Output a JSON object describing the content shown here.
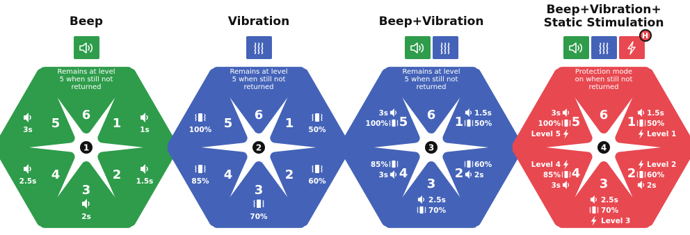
{
  "colors": {
    "green": "#2e9c4a",
    "blue": "#4463b8",
    "red": "#e84850",
    "center": "#111111"
  },
  "panels": [
    {
      "title": [
        "Beep"
      ],
      "mode_number": "1",
      "icons": [
        "speaker-icon"
      ],
      "top_text": [
        "Remains at level",
        "5 when still not",
        "returned"
      ],
      "levels": {
        "l6": "6",
        "l5": {
          "num": "5",
          "lines": [
            "3s"
          ]
        },
        "l1": {
          "num": "1",
          "lines": [
            "1s"
          ]
        },
        "l4": {
          "num": "4",
          "lines": [
            "2.5s"
          ]
        },
        "l2": {
          "num": "2",
          "lines": [
            "1.5s"
          ]
        },
        "l3": {
          "num": "3",
          "lines": [
            "2s"
          ]
        }
      }
    },
    {
      "title": [
        "Vibration"
      ],
      "mode_number": "2",
      "icons": [
        "vibration-icon"
      ],
      "top_text": [
        "Remains at level",
        "5 when still not",
        "returned"
      ],
      "levels": {
        "l6": "6",
        "l5": {
          "num": "5",
          "lines": [
            "100%"
          ]
        },
        "l1": {
          "num": "1",
          "lines": [
            "50%"
          ]
        },
        "l4": {
          "num": "4",
          "lines": [
            "85%"
          ]
        },
        "l2": {
          "num": "2",
          "lines": [
            "60%"
          ]
        },
        "l3": {
          "num": "3",
          "lines": [
            "70%"
          ]
        }
      }
    },
    {
      "title": [
        "Beep+Vibration"
      ],
      "mode_number": "3",
      "icons": [
        "speaker-icon",
        "vibration-icon"
      ],
      "top_text": [
        "Remains at level",
        "5 when still not",
        "returned"
      ],
      "levels": {
        "l6": "6",
        "l5": {
          "num": "5",
          "lines": [
            "3s",
            "100%"
          ]
        },
        "l1": {
          "num": "1",
          "lines": [
            "1.5s",
            "50%"
          ]
        },
        "l4": {
          "num": "4",
          "lines": [
            "85%",
            "3s"
          ]
        },
        "l2": {
          "num": "2",
          "lines": [
            "60%",
            "2s"
          ]
        },
        "l3": {
          "num": "3",
          "lines": [
            "2.5s",
            "70%"
          ]
        }
      }
    },
    {
      "title": [
        "Beep+Vibration+",
        "Static Stimulation"
      ],
      "mode_number": "4",
      "icons": [
        "speaker-icon",
        "vibration-icon",
        "lightning-icon"
      ],
      "badge": "H",
      "top_text": [
        "Protection mode",
        "on when still not",
        "returned"
      ],
      "levels": {
        "l6": "6",
        "l5": {
          "num": "5",
          "lines": [
            "3s",
            "100%",
            "Level 5"
          ]
        },
        "l1": {
          "num": "1",
          "lines": [
            "1.5s",
            "50%",
            "Level 1"
          ]
        },
        "l4": {
          "num": "4",
          "lines": [
            "Level 4",
            "85%",
            "3s"
          ]
        },
        "l2": {
          "num": "2",
          "lines": [
            "Level 2",
            "60%",
            "2s"
          ]
        },
        "l3": {
          "num": "3",
          "lines": [
            "2.5s",
            "70%",
            "Level 3"
          ]
        }
      }
    }
  ]
}
